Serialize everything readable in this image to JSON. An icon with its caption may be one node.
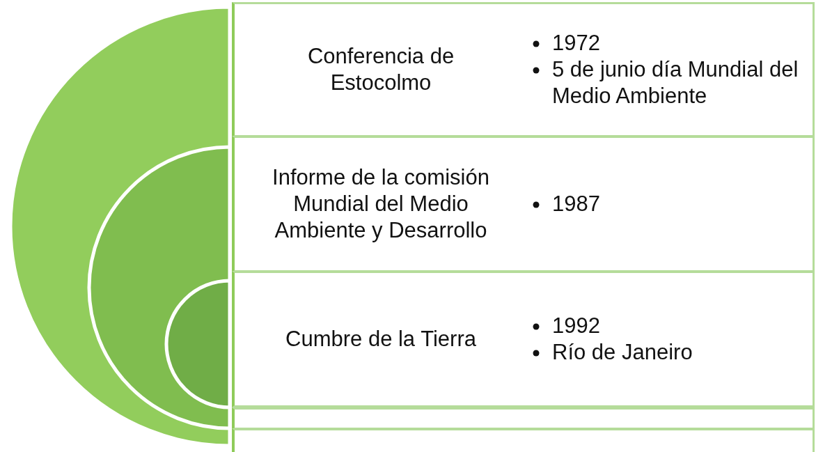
{
  "diagram": {
    "nodes": [
      {
        "text": [],
        "shape": "circle"
      },
      {
        "text": [],
        "shape": "circle",
        "in": 0
      },
      {
        "text": [],
        "shape": "circle",
        "in": 1
      },
      {
        "text": [
          "Conferencia de Estocolmo",
          "1972",
          "5 de junio día Mundial del Medio Ambiente"
        ]
      },
      {
        "text": [
          "Informe de la comisión Mundial del Medio Ambiente y Desarrollo",
          "1987"
        ]
      },
      {
        "text": [
          "Cumbre de la Tierra",
          "1992",
          "Río de Janeiro"
        ]
      }
    ],
    "edges": []
  }
}
